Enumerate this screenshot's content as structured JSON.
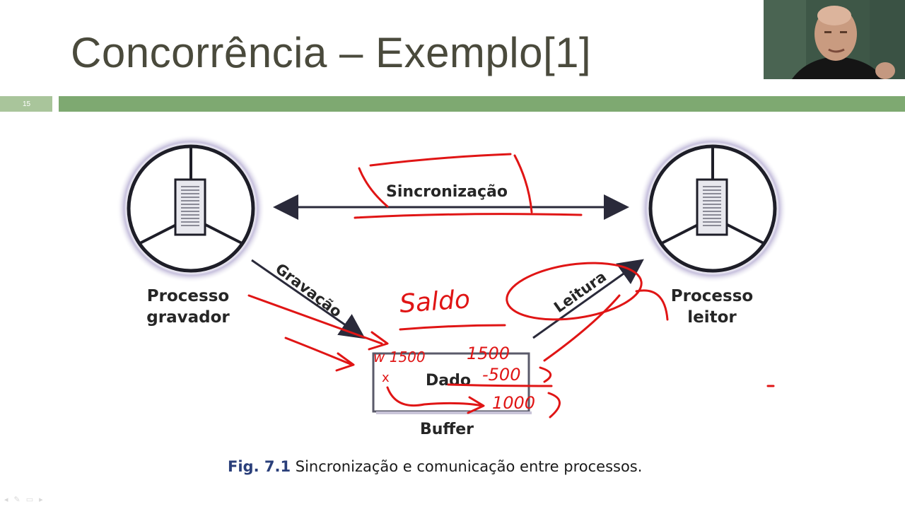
{
  "slide": {
    "title": "Concorrência – Exemplo[1]",
    "number": "15"
  },
  "diagram": {
    "sync_label": "Sincronização",
    "write_label": "Gravação",
    "read_label": "Leitura",
    "writer_label_1": "Processo",
    "writer_label_2": "gravador",
    "reader_label_1": "Processo",
    "reader_label_2": "leitor",
    "data_label": "Dado",
    "buffer_label": "Buffer",
    "caption_fig": "Fig. 7.1",
    "caption_text": " Sincronização e comunicação entre processos."
  },
  "annotations": {
    "saldo": "Saldo",
    "w_value": "w 1500",
    "x_mark": "x",
    "value_1500": "1500",
    "value_minus_500": "-500",
    "value_1000": "1000"
  },
  "colors": {
    "title_bar": "#7ea971",
    "number_box": "#a9c59b",
    "annotation_ink": "#e01515"
  },
  "icons": [
    "webcam-presenter",
    "wheel-icon",
    "document-icon"
  ]
}
